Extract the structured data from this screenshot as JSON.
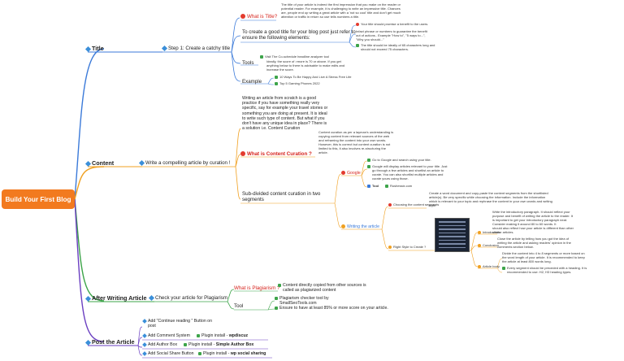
{
  "root": "Build Your First Blog",
  "title_branch": {
    "label": "Title",
    "step": "Step 1: Create a catchy title",
    "what_is_title": "What is Title?",
    "what_is_title_desc": [
      "The title of your article is indeed the first impression that you make on the reader or",
      "potential reader. For example, it is challenging to write an impressive title. Chances",
      "are, people end up writing a great article with a 'not so cool' title and don't get much",
      "attention or traffic in return so use tells numbers a title."
    ],
    "create_good": [
      "To create a good title for your blog post just refer to",
      "ensure the following elements:"
    ],
    "elements": [
      "Your title should promise a benefit to the users.",
      [
        "Infact phrase or numbers to guarantee the benefit",
        "out of actions.. Example \"How to\", \"5 ways to...\",",
        "\"Why you should...\""
      ],
      [
        "The title should be ideally of 65 characters long and",
        "should not exceed 75 characters."
      ]
    ],
    "tools": "Tools",
    "tools_item": "Visit The Co-schedule headline analyzer tool",
    "tools_desc": [
      "Ideally, the score of >more is 70 or above. If you get",
      "anything below to there is advisable to make edits and",
      "increase the score."
    ],
    "example": "Example",
    "examples": [
      "10 Ways To Be Happy And Live A Stress Free Life",
      "Top 5 Gaming Phones 2022"
    ]
  },
  "content_branch": {
    "label": "Content",
    "step": "Write a compelling article by curation !",
    "intro": [
      "Writing an article from scratch is a good",
      "practice if you have something really very",
      "specific, say for example your travel stories or",
      "something you are doing at present. It is ideal",
      "to write such type of content. But what if you",
      "don't have any unique idea in place? There is",
      "a solution i.e. Content Curation"
    ],
    "what_is_curation": "What is Content Curation ?",
    "curation_desc": [
      "Content curation as per a layman's understanding is",
      "copying content from relevant sources of the web",
      "and reframing the content into your own words.",
      "However, this is correct but content curation is not",
      "limited to this, it also involves re-structuring the",
      "article."
    ],
    "subdivided": [
      "Sub-divided content curation in two",
      "segments"
    ],
    "google": "Google",
    "google_items": [
      "Go to Google and search using your title.",
      [
        "Google will display articles relevant to your title. Just",
        "go through a few articles and shortlist an article to",
        "curate. You can also shortlist multiple articles and",
        "curate yours using those."
      ]
    ],
    "tool_label": "Tool",
    "tool_value": "Rushessix.com",
    "writing": "Writing the article",
    "choosing": "Choosing the content segments",
    "choosing_desc": [
      "Create a word document and copy-paste the content segments from the shortlisted",
      "article(s). Be very specific while choosing the information. Include the information",
      "which is relevant to your topic and rephrase the content in your own words and writing",
      "style."
    ],
    "right_style": "Right Style to Create ?",
    "introduction": "Introduction",
    "intro_desc": [
      "Write the introductory paragraph. It should reflect your",
      "purpose and benefit of writing the article to the reader. It",
      "is important to get your introductory paragraph neat.",
      "Consider making it around 80 to 60 words. It",
      "should also reflect how your article is different than other",
      "similar articles."
    ],
    "conclusion": "Conclusion",
    "conclusion_desc": [
      "Close the article by telling how you got the idea of",
      "writing the article and asking readers' opinion in the",
      "comments section below."
    ],
    "article_body": "Article body",
    "body_desc_1": [
      "Divide the content into 4 to 8 segments or more based on",
      "the word length of your article. It is recommended to keep",
      "the article at least 800 words long."
    ],
    "body_desc_2": [
      "Every segment should be preceded with a heading. It is",
      "recommended to use: H2, H3 heading types."
    ]
  },
  "after_branch": {
    "label": "After Writing Article",
    "step": "Check your article for Plagiarism",
    "what_is_plag": "What is Plagiarism ?",
    "plag_desc": [
      "Content directly copied from other sources is",
      "called as plagiarized content"
    ],
    "tool": "Tool",
    "tool_items": [
      [
        "Plagiarism checker tool by",
        "SmallSeoTools.com"
      ],
      "Ensure to have at least 85% or more score on your article."
    ]
  },
  "post_branch": {
    "label": "Post the Article",
    "items": [
      {
        "label": [
          "Add \"Continue reading \" Button on",
          "post"
        ]
      },
      {
        "label": "Add Comment System",
        "plugin": "Plugin install -",
        "plugin_name": "wpdiscuz"
      },
      {
        "label": "Add Author Box",
        "plugin": "Plugin install -",
        "plugin_name": "Simple Author Box"
      },
      {
        "label": "Add Social Share Button",
        "plugin": "Plugin install -",
        "plugin_name": "wp social sharing"
      }
    ]
  },
  "colors": {
    "root": "#f27a1f",
    "title_branch": "#3b7ad9",
    "content_branch": "#f0a020",
    "after_branch": "#3da44a",
    "post_branch": "#6a3fc1",
    "red_heading": "#d6231c"
  }
}
